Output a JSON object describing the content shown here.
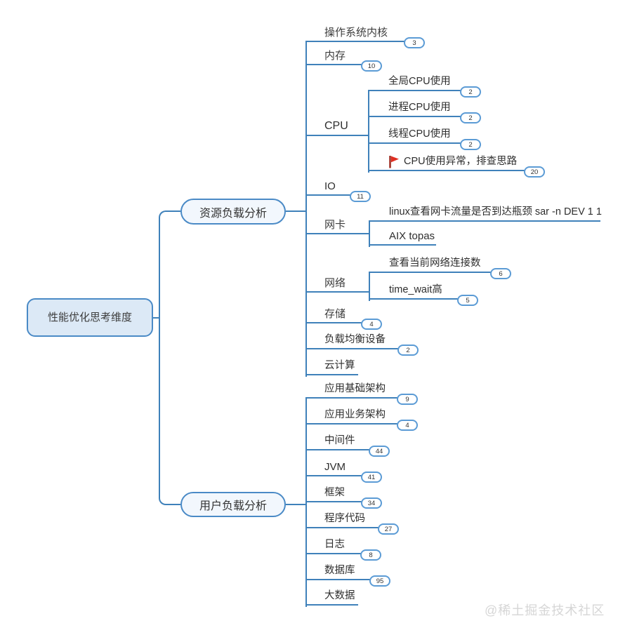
{
  "root": {
    "label": "性能优化思考维度"
  },
  "branches": [
    {
      "label": "资源负载分析",
      "children": [
        {
          "label": "操作系统内核",
          "badge": "3"
        },
        {
          "label": "内存",
          "badge": "10"
        },
        {
          "label": "CPU",
          "children": [
            {
              "label": "全局CPU使用",
              "badge": "2"
            },
            {
              "label": "进程CPU使用",
              "badge": "2"
            },
            {
              "label": "线程CPU使用",
              "badge": "2"
            },
            {
              "label": "CPU使用异常，排查思路",
              "badge": "20",
              "marker": "red-flag"
            }
          ]
        },
        {
          "label": "IO",
          "badge": "11"
        },
        {
          "label": "网卡",
          "children": [
            {
              "label": "linux查看网卡流量是否到达瓶颈 sar -n DEV 1 1"
            },
            {
              "label": "AIX topas"
            }
          ]
        },
        {
          "label": "网络",
          "children": [
            {
              "label": "查看当前网络连接数",
              "badge": "6"
            },
            {
              "label": "time_wait高",
              "badge": "5"
            }
          ]
        },
        {
          "label": "存储",
          "badge": "4"
        },
        {
          "label": "负载均衡设备",
          "badge": "2"
        },
        {
          "label": "云计算"
        }
      ]
    },
    {
      "label": "用户负载分析",
      "children": [
        {
          "label": "应用基础架构",
          "badge": "9"
        },
        {
          "label": "应用业务架构",
          "badge": "4"
        },
        {
          "label": "中间件",
          "badge": "44"
        },
        {
          "label": "JVM",
          "badge": "41"
        },
        {
          "label": "框架",
          "badge": "34"
        },
        {
          "label": "程序代码",
          "badge": "27"
        },
        {
          "label": "日志",
          "badge": "8"
        },
        {
          "label": "数据库",
          "badge": "95"
        },
        {
          "label": "大数据"
        }
      ]
    }
  ],
  "watermark": "@稀土掘金技术社区",
  "colors": {
    "line": "#3f81ba",
    "pillBorder": "#4a8ac6",
    "pillFill": "#f2f7fd",
    "rootFill": "#dce9f6",
    "badgeBorder": "#5b9bd5",
    "flag": "#e02f22",
    "flagPole": "#a03026",
    "watermark": "#d6d6d6",
    "text": "#2e2e2e"
  }
}
